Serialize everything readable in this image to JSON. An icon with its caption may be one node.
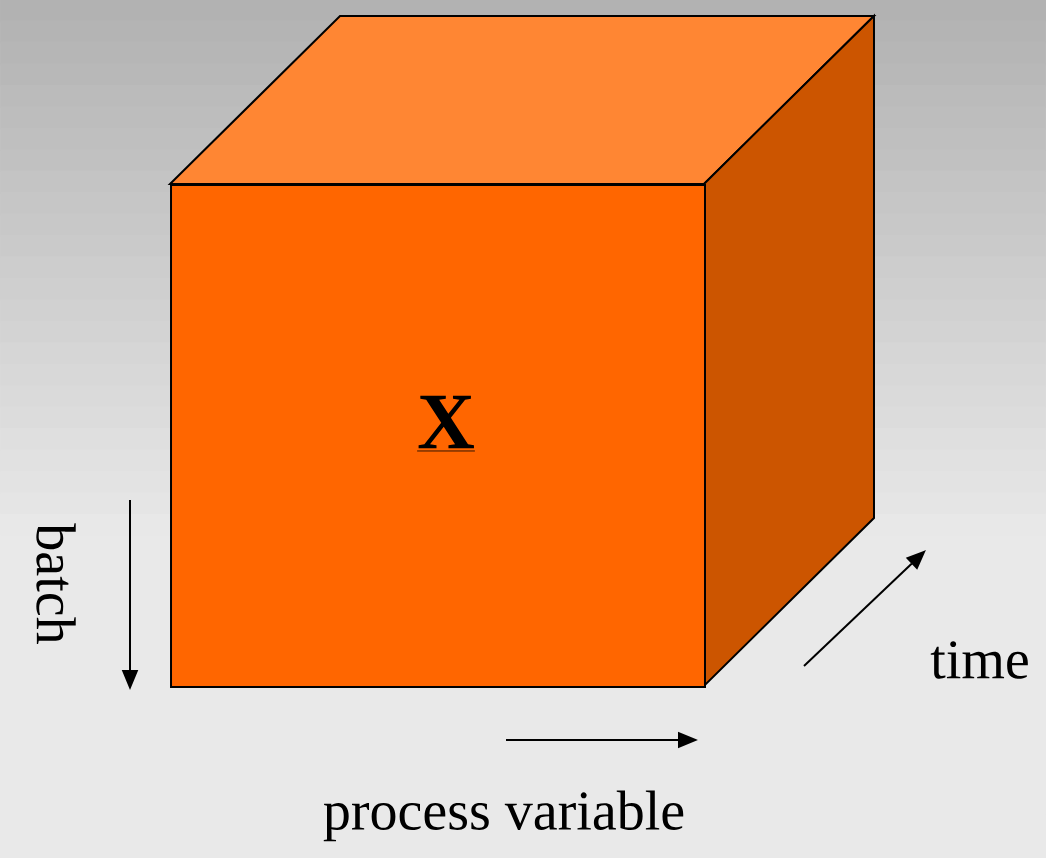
{
  "diagram": {
    "nodes": [
      {
        "text": [
          "X"
        ]
      }
    ],
    "labels": [
      "batch",
      "time",
      "process variable"
    ]
  }
}
